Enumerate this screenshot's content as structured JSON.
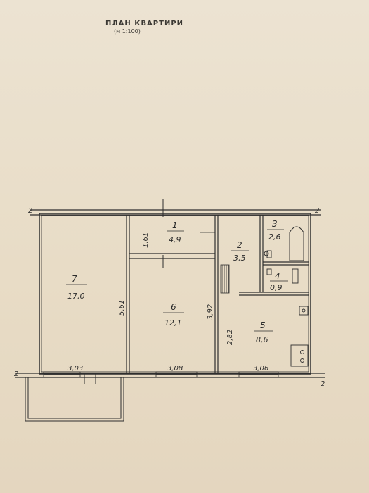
{
  "header": {
    "title": "ПЛАН КВАРТИРИ",
    "scale": "(м 1:100)"
  },
  "grid_axis_labels": {
    "top_left": "2",
    "top_right": "2",
    "bottom_left": "2",
    "bottom_right": "2"
  },
  "rooms": [
    {
      "number": "1",
      "area": "4,9"
    },
    {
      "number": "2",
      "area": "3,5"
    },
    {
      "number": "3",
      "area": "2,6"
    },
    {
      "number": "4",
      "area": "0,9"
    },
    {
      "number": "5",
      "area": "8,6"
    },
    {
      "number": "6",
      "area": "12,1"
    },
    {
      "number": "7",
      "area": "17,0"
    }
  ],
  "dimensions": {
    "bottom_left": "3,03",
    "bottom_middle": "3,08",
    "bottom_right": "3,06",
    "vertical_room1": "1,61",
    "vertical_room7": "5,61",
    "vertical_room6": "3,92",
    "vertical_room5": "2,82"
  }
}
